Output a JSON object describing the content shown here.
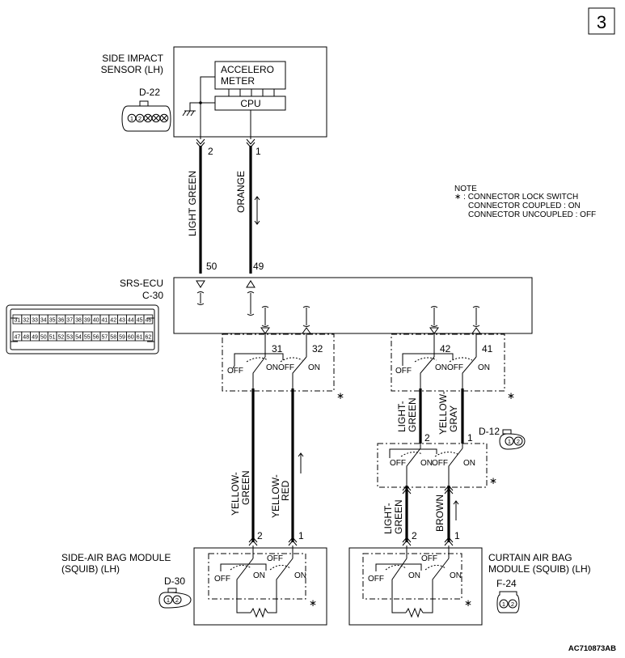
{
  "page_number": "3",
  "side_impact_sensor": {
    "title_line1": "SIDE IMPACT",
    "title_line2": "SENSOR (LH)",
    "accel_line1": "ACCELERO",
    "accel_line2": "METER",
    "cpu": "CPU",
    "connector": "D-22",
    "connector_pins": [
      "1",
      "2"
    ],
    "pin_left": "2",
    "pin_right": "1"
  },
  "wires_upper": {
    "left_color": "LIGHT GREEN",
    "right_color": "ORANGE"
  },
  "srs_ecu": {
    "title": "SRS-ECU",
    "connector": "C-30",
    "pin_in_left": "50",
    "pin_in_right": "49",
    "connector_row1": [
      "31",
      "32",
      "33",
      "34",
      "35",
      "36",
      "37",
      "38",
      "39",
      "40",
      "41",
      "42",
      "43",
      "44",
      "45",
      "46"
    ],
    "connector_row2": [
      "47",
      "48",
      "49",
      "50",
      "51",
      "52",
      "53",
      "54",
      "55",
      "56",
      "57",
      "58",
      "59",
      "60",
      "61",
      "62"
    ],
    "left_pins": [
      "31",
      "32"
    ],
    "right_pins": [
      "42",
      "41"
    ]
  },
  "switch_labels": {
    "off": "OFF",
    "on": "ON"
  },
  "note": {
    "title": "NOTE",
    "line1": "∗ : CONNECTOR LOCK SWITCH",
    "line2": "CONNECTOR COUPLED : ON",
    "line3": "CONNECTOR UNCOUPLED : OFF"
  },
  "star": "∗",
  "wires_left_lower": {
    "left_color_1": "YELLOW-",
    "left_color_2": "GREEN",
    "right_color_1": "YELLOW-",
    "right_color_2": "RED"
  },
  "wires_right_mid": {
    "left_color_1": "LIGHT-",
    "left_color_2": "GREEN",
    "right_color_1": "YELLOW-",
    "right_color_2": "GRAY"
  },
  "d12": {
    "connector": "D-12",
    "pin_left": "2",
    "pin_right": "1",
    "pins": [
      "1",
      "2"
    ]
  },
  "wires_right_lower": {
    "left_color_1": "LIGHT-",
    "left_color_2": "GREEN",
    "right_color": "BROWN"
  },
  "side_airbag": {
    "title_line1": "SIDE-AIR BAG MODULE",
    "title_line2": "(SQUIB) (LH)",
    "connector": "D-30",
    "pins": [
      "1",
      "2"
    ],
    "pin_left": "2",
    "pin_right": "1"
  },
  "curtain_airbag": {
    "title_line1": "CURTAIN AIR BAG",
    "title_line2": "MODULE (SQUIB) (LH)",
    "connector": "F-24",
    "pins": [
      "1",
      "2"
    ],
    "pin_left": "2",
    "pin_right": "1"
  },
  "figure_code": "AC710873AB"
}
